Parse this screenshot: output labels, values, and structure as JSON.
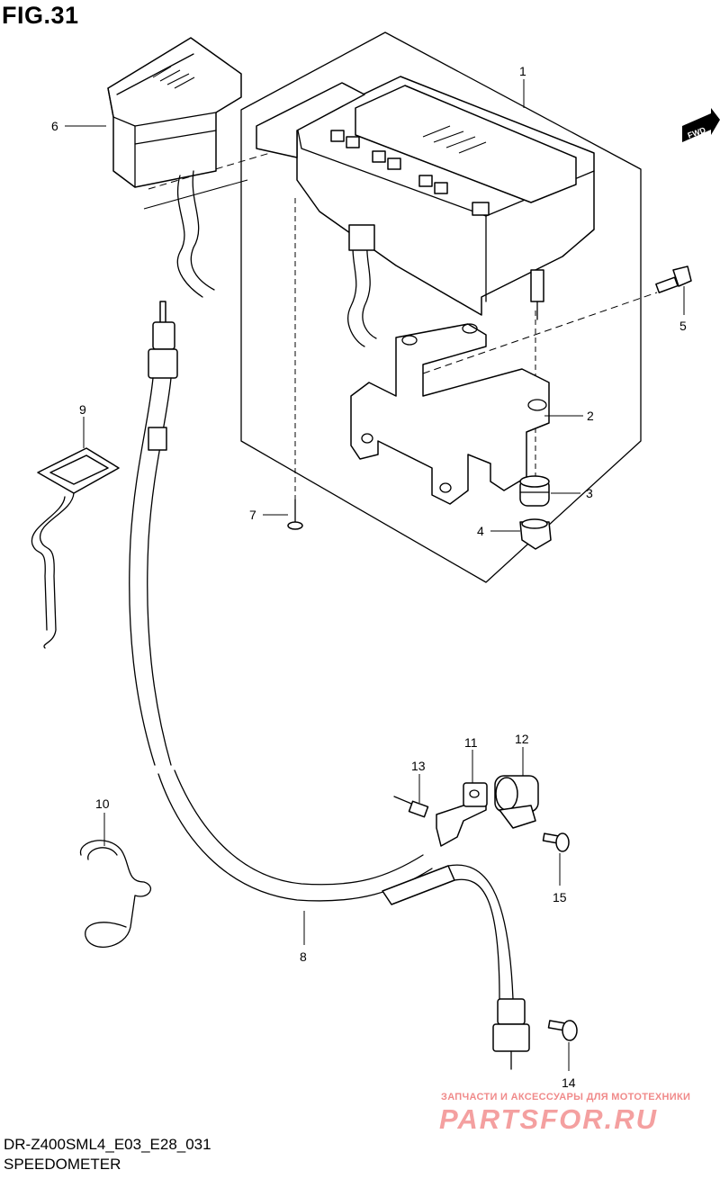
{
  "figure_title": "FIG.31",
  "model_code": "DR-Z400SML4_E03_E28_031",
  "subtitle": "SPEEDOMETER",
  "fwd_label": "FWD",
  "watermark": {
    "tagline": "ЗАПЧАСТИ И АКСЕССУАРЫ ДЛЯ МОТОТЕХНИКИ",
    "logo": "PARTSFOR.RU"
  },
  "callouts": [
    "1",
    "2",
    "3",
    "4",
    "5",
    "6",
    "7",
    "8",
    "9",
    "10",
    "11",
    "12",
    "13",
    "14",
    "15"
  ]
}
